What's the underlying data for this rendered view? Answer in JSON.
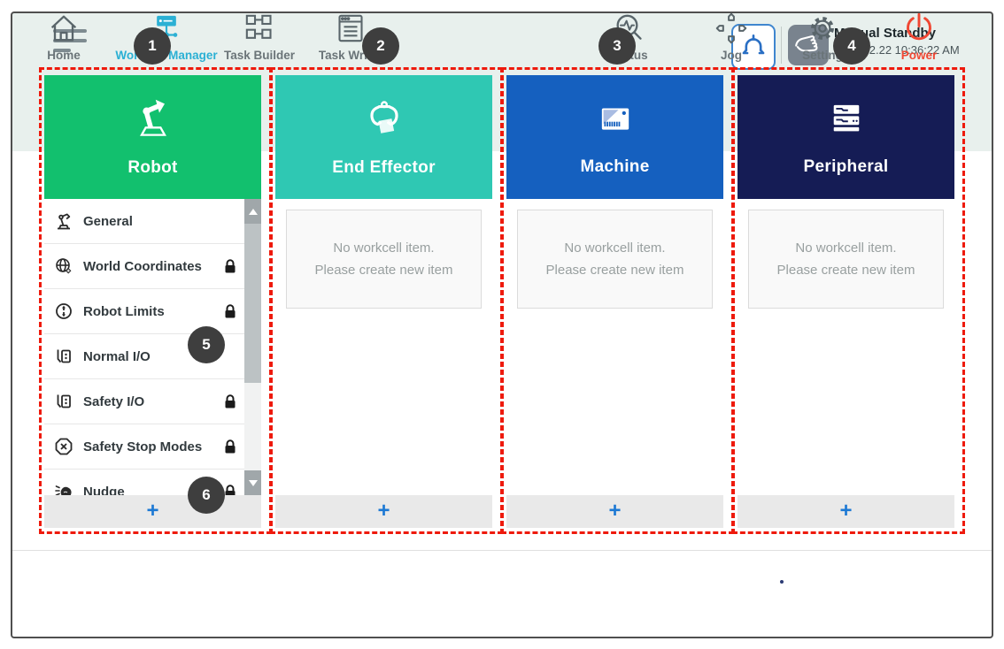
{
  "topbar": {
    "mode": "Manual Standby",
    "datetime": "2022.02.22 10:36:22 AM"
  },
  "columns": [
    {
      "title": "Robot",
      "add_label": "+",
      "color": "#12c06e"
    },
    {
      "title": "End Effector",
      "add_label": "+",
      "color": "#2fc8b3"
    },
    {
      "title": "Machine",
      "add_label": "+",
      "color": "#1560bf"
    },
    {
      "title": "Peripheral",
      "add_label": "+",
      "color": "#151c55"
    }
  ],
  "robot_menu": {
    "items": [
      {
        "label": "General",
        "locked": false
      },
      {
        "label": "World Coordinates",
        "locked": true
      },
      {
        "label": "Robot Limits",
        "locked": true
      },
      {
        "label": "Normal I/O",
        "locked": false
      },
      {
        "label": "Safety I/O",
        "locked": true
      },
      {
        "label": "Safety Stop Modes",
        "locked": true
      },
      {
        "label": "Nudge",
        "locked": true
      }
    ]
  },
  "empty_state": {
    "line1": "No workcell item.",
    "line2": "Please create new item"
  },
  "nav": {
    "items": [
      {
        "label": "Home"
      },
      {
        "label": "Workcell Manager",
        "active": true
      },
      {
        "label": "Task Builder"
      },
      {
        "label": "Task Writer"
      },
      {
        "label": "Status"
      },
      {
        "label": "Jog"
      },
      {
        "label": "Setting"
      },
      {
        "label": "Power"
      }
    ]
  },
  "annotations": {
    "badges": [
      "1",
      "2",
      "3",
      "4",
      "5",
      "6"
    ]
  },
  "colors": {
    "top_band": "#e8f0ed",
    "annotation_red": "#ee1a0c",
    "badge_gray": "#3e3e3e",
    "nav_active": "#2bb0d4",
    "power_red": "#f04733",
    "add_plus_blue": "#1d79d4"
  }
}
